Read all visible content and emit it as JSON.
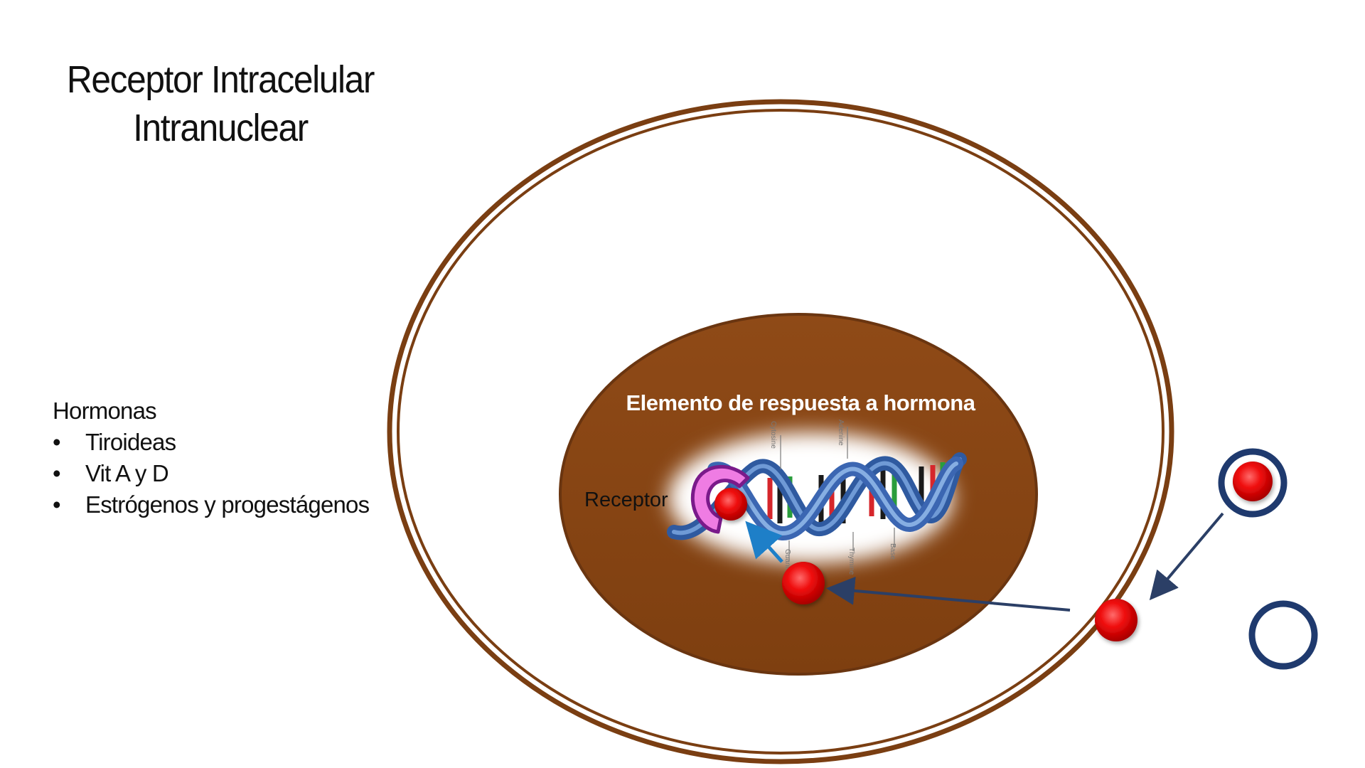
{
  "title": {
    "line1": "Receptor Intracelular",
    "line2": "Intranuclear"
  },
  "hormones": {
    "heading": "Hormonas",
    "items": [
      "Tiroideas",
      "Vit A y D",
      "Estrógenos y progestágenos"
    ]
  },
  "diagram": {
    "response_element_label": "Elemento de respuesta a hormona",
    "receptor_label": "Receptor",
    "dna_base_labels": [
      "Cytosine",
      "Adenine",
      "Guanine",
      "Thymine",
      "Base"
    ]
  },
  "colors": {
    "cell_membrane": "#7a3e12",
    "nucleus": "#8b4513",
    "hormone": "#e8000b",
    "carrier_ring": "#1f3a6e",
    "arrow_dark": "#2b3f66",
    "arrow_light": "#1e7fc8",
    "receptor": "#ee7adf",
    "dna_backbone": "#3e6db0"
  }
}
